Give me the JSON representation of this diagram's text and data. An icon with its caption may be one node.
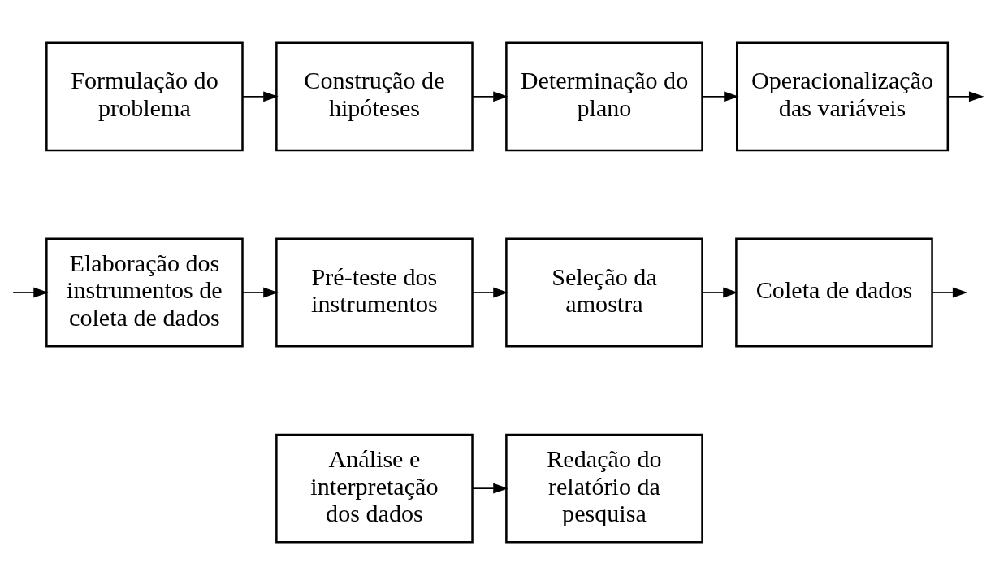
{
  "diagram": {
    "nodes": [
      {
        "text": [
          "Formulação do problema"
        ]
      },
      {
        "text": [
          "Construção de hipóteses"
        ]
      },
      {
        "text": [
          "Determinação do plano"
        ]
      },
      {
        "text": [
          "Operacionalização das variáveis"
        ]
      },
      {
        "text": [
          "Elaboração dos instrumentos de coleta de dados"
        ]
      },
      {
        "text": [
          "Pré-teste dos instrumentos"
        ]
      },
      {
        "text": [
          "Seleção da amostra"
        ]
      },
      {
        "text": [
          "Coleta de dados"
        ]
      },
      {
        "text": [
          "Análise e interpretação dos dados"
        ]
      },
      {
        "text": [
          "Redação do relatório da pesquisa"
        ]
      }
    ],
    "edges": [
      {
        "from": 0,
        "to": 1,
        "arrow": "to"
      },
      {
        "from": 1,
        "to": 2,
        "arrow": "to"
      },
      {
        "from": 2,
        "to": 3,
        "arrow": "to"
      },
      {
        "from": 3,
        "to": null,
        "arrow": "to"
      },
      {
        "from": null,
        "to": 4,
        "arrow": "to"
      },
      {
        "from": 4,
        "to": 5,
        "arrow": "to"
      },
      {
        "from": 5,
        "to": 6,
        "arrow": "to"
      },
      {
        "from": 6,
        "to": 7,
        "arrow": "to"
      },
      {
        "from": 7,
        "to": null,
        "arrow": "to"
      },
      {
        "from": 8,
        "to": 9,
        "arrow": "to"
      }
    ]
  }
}
